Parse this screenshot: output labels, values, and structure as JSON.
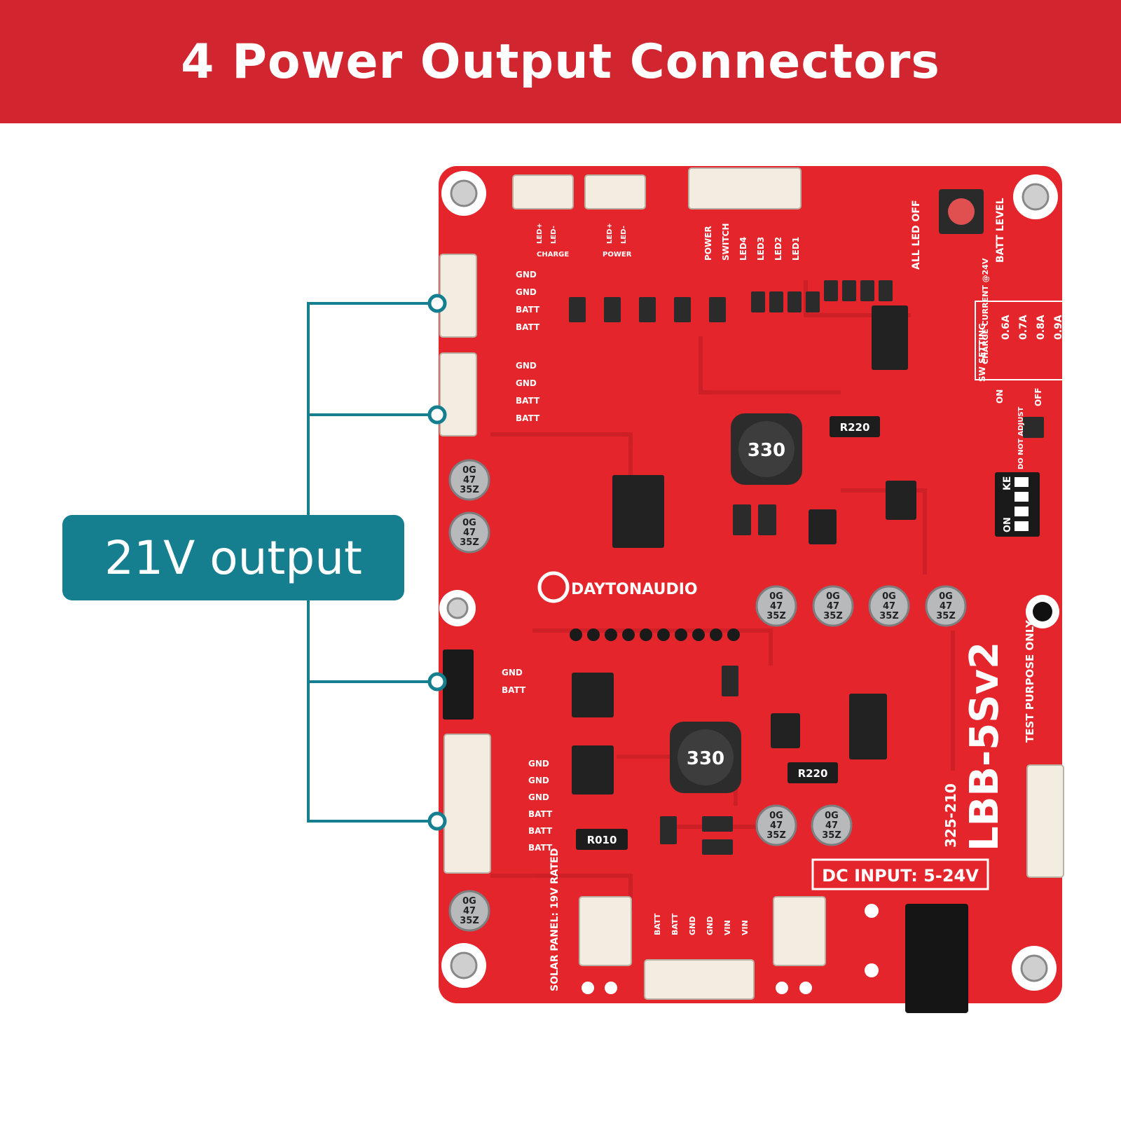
{
  "banner": {
    "title": "4 Power Output Connectors",
    "color": "#d12630"
  },
  "callout": {
    "label": "21V output",
    "color": "#157f90"
  },
  "board": {
    "color": "#e4252b",
    "brand": "DAYTONAUDIO",
    "model": "LBB-5Sv2",
    "part_number": "325-210",
    "dc_input": "DC INPUT: 5-24V",
    "test_purpose": "TEST PURPOSE ONLY",
    "solar_panel": "SOLAR PANEL: 19V RATED",
    "batt_level": "BATT LEVEL",
    "all_led_off": "ALL LED OFF",
    "charge_current_header": "CHARGE CURRENT @24V",
    "charge_currents": [
      "0.6A",
      "0.7A",
      "0.8A",
      "0.9A"
    ],
    "sw_setting": "SW SETTING",
    "do_not_adjust": "DO NOT ADJUST",
    "led_labels": [
      "POWER",
      "SWITCH",
      "LED4",
      "LED3",
      "LED2",
      "LED1"
    ],
    "j6_labels": [
      "LED+",
      "LED-",
      "POWER"
    ],
    "j7_labels": [
      "LED+",
      "LED-",
      "CHARGE"
    ],
    "j3_labels": [
      "BATT",
      "BATT",
      "GND",
      "GND",
      "VIN",
      "VIN"
    ],
    "connector_labels": {
      "j22_top": [
        "GND",
        "GND",
        "BATT",
        "BATT"
      ],
      "j21": [
        "GND",
        "GND",
        "BATT",
        "BATT"
      ],
      "j19": [
        "GND",
        "BATT"
      ],
      "bottom": [
        "GND",
        "GND",
        "GND",
        "BATT",
        "BATT",
        "BATT"
      ]
    },
    "capacitor_text": [
      "0G",
      "47",
      "35Z"
    ],
    "inductor_text": "330",
    "resistor_text": "R220",
    "r010_text": "R010",
    "switch_label": "KE",
    "on_label": "ON",
    "off_label": "OFF"
  }
}
